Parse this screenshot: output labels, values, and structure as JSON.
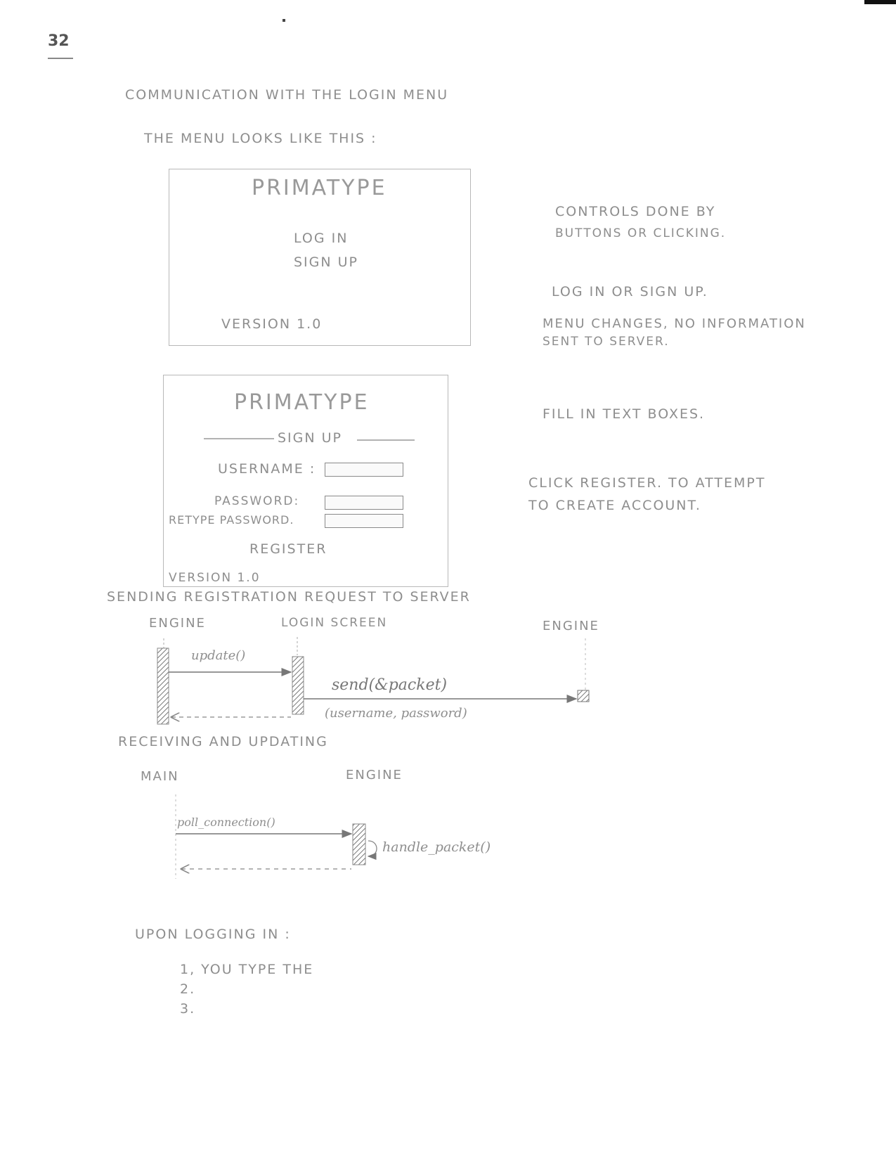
{
  "page_number": "32",
  "heading": "COMMUNICATION WITH THE LOGIN MENU",
  "intro": "THE MENU LOOKS LIKE THIS :",
  "login_mockup": {
    "title": "PRIMATYPE",
    "log_in": "LOG IN",
    "sign_up": "SIGN UP",
    "version": "VERSION 1.0"
  },
  "signup_mockup": {
    "title": "PRIMATYPE",
    "section": "SIGN UP",
    "username_label": "USERNAME :",
    "password_label": "PASSWORD:",
    "retype_label": "RETYPE PASSWORD.",
    "register": "REGISTER",
    "version": "VERSION 1.0"
  },
  "notes": {
    "controls_1": "CONTROLS DONE BY",
    "controls_2": "BUTTONS OR CLICKING.",
    "login_or_signup": "LOG IN OR SIGN UP.",
    "menu_changes_1": "MENU CHANGES, NO INFORMATION",
    "menu_changes_2": "SENT TO SERVER.",
    "fill_in": "FILL IN TEXT BOXES.",
    "click_register_1": "CLICK REGISTER. TO ATTEMPT",
    "click_register_2": "TO CREATE ACCOUNT."
  },
  "diagram1": {
    "title": "SENDING REGISTRATION REQUEST TO SERVER",
    "actor_engine": "ENGINE",
    "actor_login": "LOGIN SCREEN",
    "actor_engine2": "ENGINE",
    "msg_update": "update()",
    "msg_send": "send(&packet)",
    "msg_args": "(username, password)"
  },
  "diagram2": {
    "title": "RECEIVING AND UPDATING",
    "actor_main": "MAIN",
    "actor_engine": "ENGINE",
    "msg_poll": "poll_connection()",
    "msg_handle": "handle_packet()"
  },
  "login_steps": {
    "title": "UPON LOGGING IN :",
    "items": [
      "1, YOU TYPE THE",
      "2.",
      "3."
    ]
  }
}
